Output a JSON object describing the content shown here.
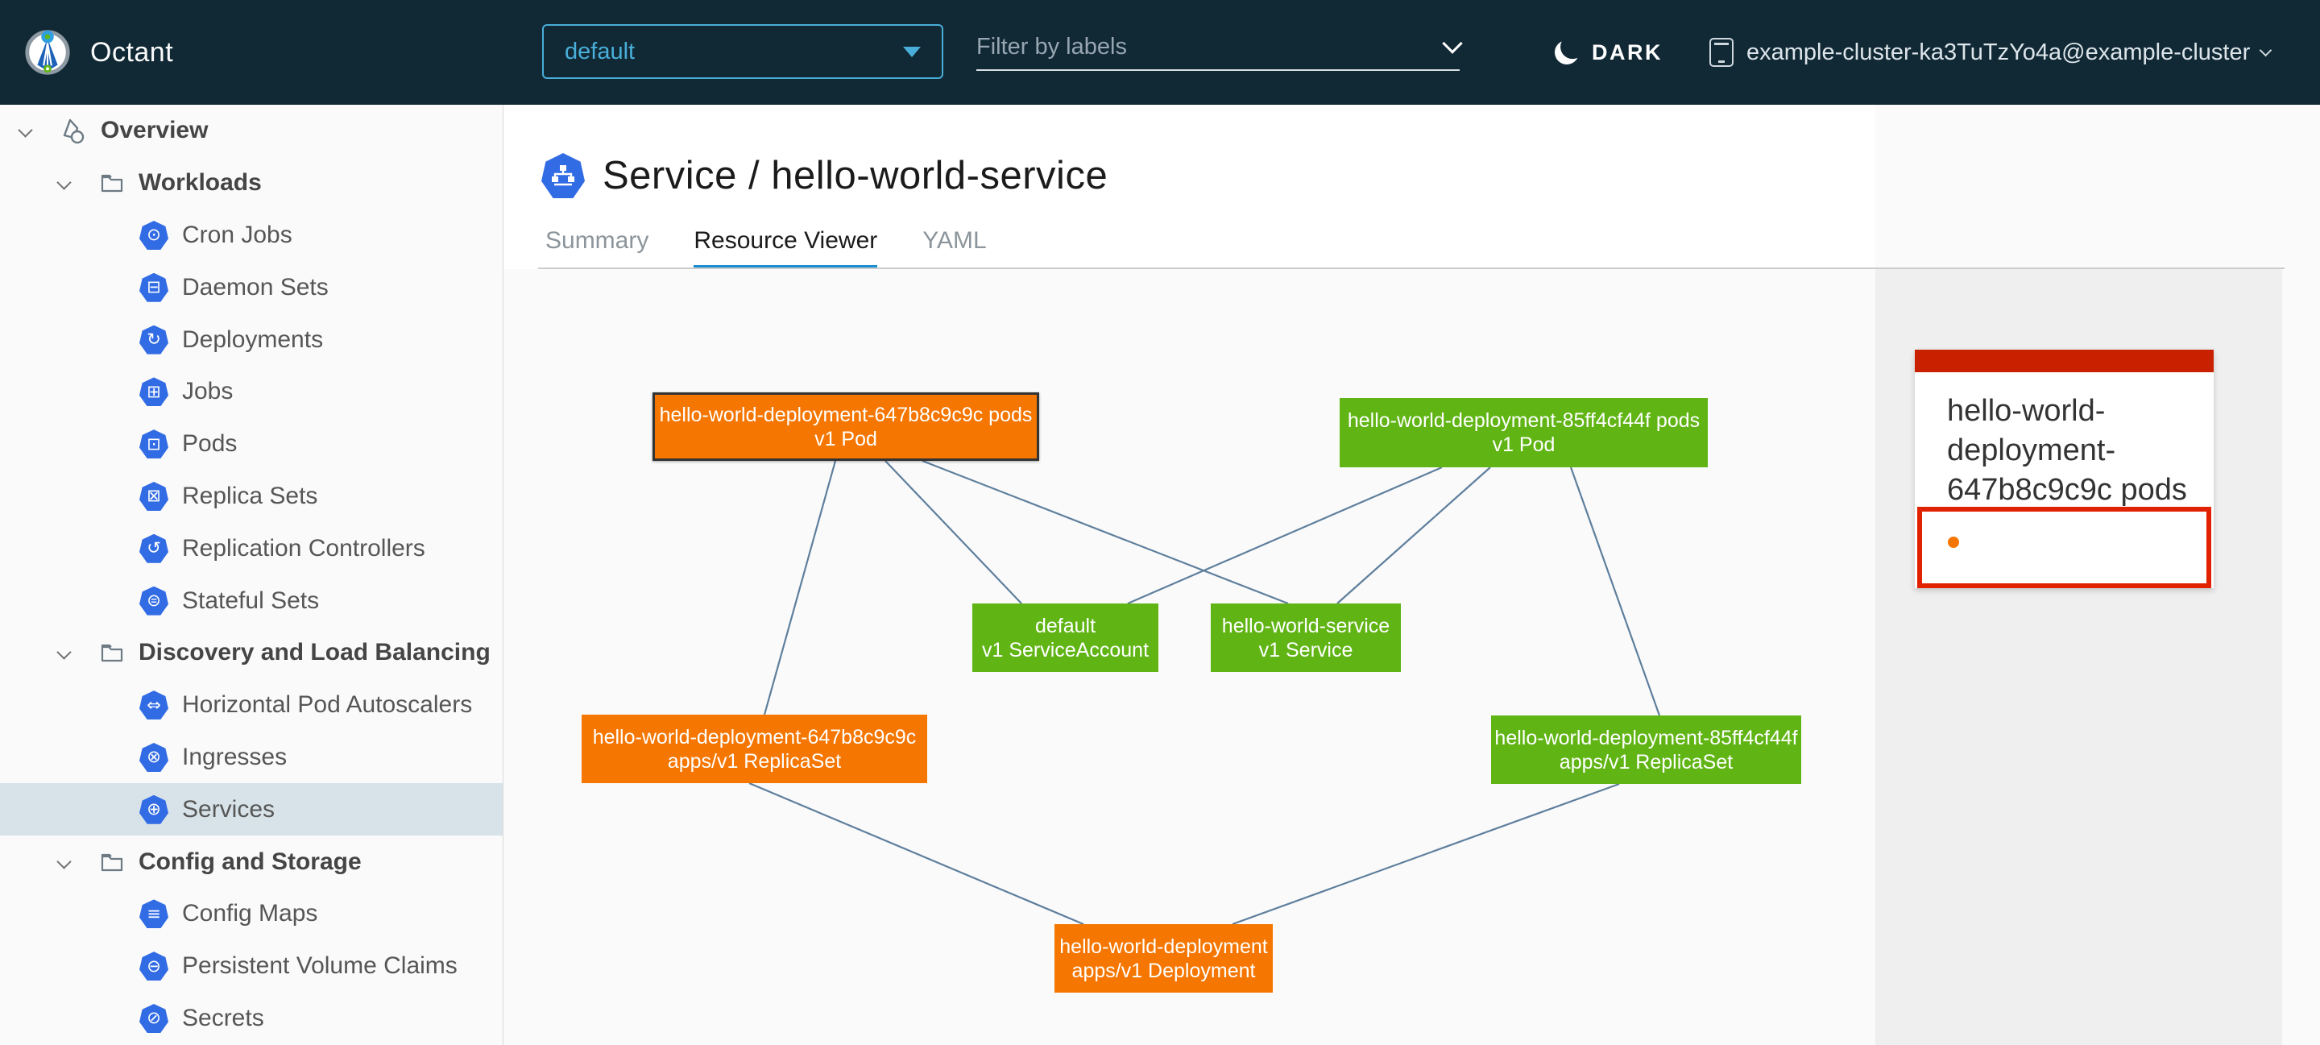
{
  "header": {
    "app_name": "Octant",
    "namespace_select": {
      "value": "default"
    },
    "filter": {
      "placeholder": "Filter by labels"
    },
    "theme_toggle": {
      "label": "DARK"
    },
    "cluster": {
      "label": "example-cluster-ka3TuTzYo4a@example-cluster"
    }
  },
  "sidebar": {
    "items": [
      {
        "label": "Overview",
        "level": 0
      },
      {
        "label": "Workloads",
        "level": 1
      },
      {
        "label": "Cron Jobs",
        "level": 2,
        "glyph": "⊙"
      },
      {
        "label": "Daemon Sets",
        "level": 2,
        "glyph": "⊟"
      },
      {
        "label": "Deployments",
        "level": 2,
        "glyph": "↻"
      },
      {
        "label": "Jobs",
        "level": 2,
        "glyph": "⊞"
      },
      {
        "label": "Pods",
        "level": 2,
        "glyph": "⊡"
      },
      {
        "label": "Replica Sets",
        "level": 2,
        "glyph": "⊠"
      },
      {
        "label": "Replication Controllers",
        "level": 2,
        "glyph": "↺"
      },
      {
        "label": "Stateful Sets",
        "level": 2,
        "glyph": "⊜"
      },
      {
        "label": "Discovery and Load Balancing",
        "level": 1
      },
      {
        "label": "Horizontal Pod Autoscalers",
        "level": 2,
        "glyph": "⇔"
      },
      {
        "label": "Ingresses",
        "level": 2,
        "glyph": "⊗"
      },
      {
        "label": "Services",
        "level": 2,
        "glyph": "⊕",
        "selected": true
      },
      {
        "label": "Config and Storage",
        "level": 1
      },
      {
        "label": "Config Maps",
        "level": 2,
        "glyph": "≡"
      },
      {
        "label": "Persistent Volume Claims",
        "level": 2,
        "glyph": "⊖"
      },
      {
        "label": "Secrets",
        "level": 2,
        "glyph": "⊘"
      }
    ]
  },
  "page": {
    "title": "Service / hello-world-service",
    "tabs": [
      {
        "label": "Summary",
        "active": false
      },
      {
        "label": "Resource Viewer",
        "active": true
      },
      {
        "label": "YAML",
        "active": false
      }
    ]
  },
  "graph": {
    "edge_color": "#5e7f9d",
    "status_colors": {
      "warning": "#F57600",
      "ok": "#60B515"
    },
    "nodes": [
      {
        "name": "hello-world-deployment-647b8c9c9c pods",
        "kind": "v1 Pod",
        "color": "#F57600",
        "selected": true
      },
      {
        "name": "hello-world-deployment-85ff4cf44f pods",
        "kind": "v1 Pod",
        "color": "#60B515",
        "selected": false
      },
      {
        "name": "default",
        "kind": "v1 ServiceAccount",
        "color": "#60B515",
        "selected": false
      },
      {
        "name": "hello-world-service",
        "kind": "v1 Service",
        "color": "#60B515",
        "selected": false
      },
      {
        "name": "hello-world-deployment-647b8c9c9c",
        "kind": "apps/v1 ReplicaSet",
        "color": "#F57600",
        "selected": false
      },
      {
        "name": "hello-world-deployment-85ff4cf44f",
        "kind": "apps/v1 ReplicaSet",
        "color": "#60B515",
        "selected": false
      },
      {
        "name": "hello-world-deployment",
        "kind": "apps/v1 Deployment",
        "color": "#F57600",
        "selected": false
      }
    ]
  },
  "panel": {
    "card": {
      "title": "hello-world-deployment-647b8c9c9c pods",
      "header_color": "#C92100",
      "highlight_border_color": "#E12200",
      "status_dot_color": "#F57600"
    }
  },
  "icons": {
    "octant-logo": "compass",
    "moon-icon": "crescent",
    "cluster-icon": "host",
    "overview-icon": "applications",
    "folder-icon": "folder",
    "service-icon": "sitemap"
  }
}
